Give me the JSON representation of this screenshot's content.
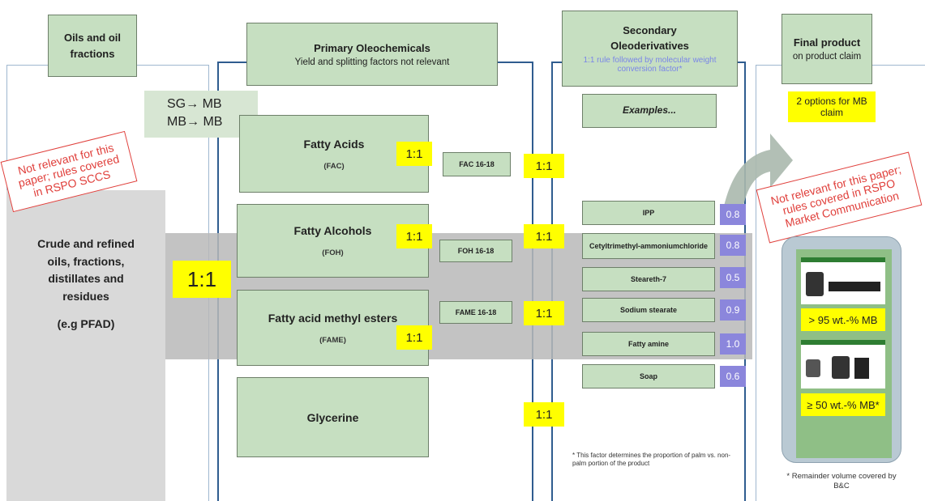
{
  "columns": {
    "oils": {
      "title": "Oils and oil fractions"
    },
    "primary": {
      "title": "Primary Oleochemicals",
      "subtitle": "Yield and splitting factors not relevant"
    },
    "secondary": {
      "title": "Secondary Oleoderivatives",
      "subtitle": "1:1 rule followed by molecular weight conversion factor*"
    },
    "final": {
      "title": "Final product",
      "subtitle": "on product claim"
    }
  },
  "sg_mb": {
    "line1": "SG→ MB",
    "line2": "MB→ MB"
  },
  "oils_box": {
    "line1": "Crude and refined oils, fractions, distillates and residues",
    "line2": "(e.g PFAD)"
  },
  "stamp_left": "Not relevant for this paper; rules covered in RSPO SCCS",
  "stamp_right": "Not relevant for this paper; rules covered in RSPO Market Communication",
  "ratio_big": "1:1",
  "primary_boxes": [
    {
      "name": "Fatty Acids",
      "abbr": "(FAC)",
      "ratio": "1:1",
      "range": "FAC 16-18",
      "ratio_out": "1:1"
    },
    {
      "name": "Fatty Alcohols",
      "abbr": "(FOH)",
      "ratio": "1:1",
      "range": "FOH 16-18",
      "ratio_out": "1:1"
    },
    {
      "name": "Fatty acid methyl esters",
      "abbr": "(FAME)",
      "ratio": "1:1",
      "range": "FAME 16-18",
      "ratio_out": "1:1"
    },
    {
      "name": "Glycerine",
      "abbr": "",
      "ratio": "",
      "range": "",
      "ratio_out": "1:1"
    }
  ],
  "examples_label": "Examples...",
  "examples": [
    {
      "name": "IPP",
      "factor": "0.8"
    },
    {
      "name": "Cetyltrimethyl-ammoniumchloride",
      "factor": "0.8"
    },
    {
      "name": "Steareth-7",
      "factor": "0.5"
    },
    {
      "name": "Sodium stearate",
      "factor": "0.9"
    },
    {
      "name": "Fatty amine",
      "factor": "1.0"
    },
    {
      "name": "Soap",
      "factor": "0.6"
    }
  ],
  "footnote_secondary": "* This factor determines the proportion of palm vs. non-palm portion of the product",
  "final_options": "2 options for MB claim",
  "claim1": "> 95 wt.-% MB",
  "claim2": "≥ 50 wt.-% MB*",
  "footnote_final": "* Remainder volume covered by B&C",
  "colors": {
    "green": "#c6dfc1",
    "yellow": "#ffff00",
    "purple": "#8b86dc",
    "blue": "#2f5c8f",
    "red": "#e0403c"
  }
}
